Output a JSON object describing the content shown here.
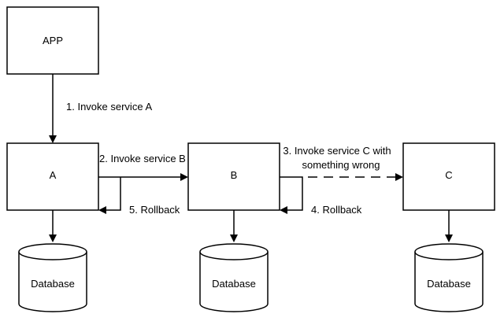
{
  "nodes": {
    "app": "APP",
    "a": "A",
    "b": "B",
    "c": "C"
  },
  "databases": {
    "a": "Database",
    "b": "Database",
    "c": "Database"
  },
  "steps": {
    "step1": "1. Invoke service A",
    "step2": "2. Invoke service B",
    "step3_line1": "3. Invoke service C with",
    "step3_line2": "something wrong",
    "step4": "4. Rollback",
    "step5": "5. Rollback"
  }
}
